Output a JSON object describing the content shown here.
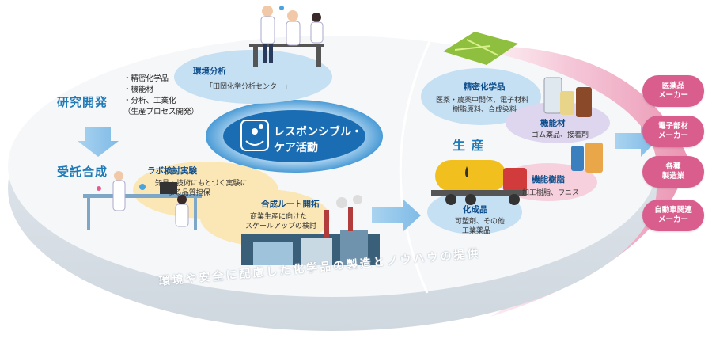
{
  "left": {
    "research": {
      "title": "研究開発",
      "bullets": [
        "・精密化学品",
        "・機能材",
        "・分析、工業化",
        "（生産プロセス開発）"
      ]
    },
    "contract": {
      "title": "受託合成"
    },
    "env_analysis": {
      "title": "環境分析",
      "text": "「田岡化学分析センター」"
    },
    "lab": {
      "title": "ラボ検討実験",
      "text1": "知見・技術にもとづく実験に",
      "text2": "よる品質担保"
    },
    "route": {
      "title": "合成ルート開拓",
      "text1": "商業生産に向けた",
      "text2": "スケールアップの検討"
    }
  },
  "center": {
    "line1": "レスポンシブル・",
    "line2": "ケア活動"
  },
  "right": {
    "production": {
      "title": "生 産"
    },
    "fine": {
      "title": "精密化学品",
      "text1": "医薬・農薬中間体、電子材料",
      "text2": "樹脂原料、合成染料"
    },
    "functional": {
      "title": "機能材",
      "text": "ゴム薬品、接着剤"
    },
    "resin": {
      "title": "機能樹脂",
      "text": "加工樹脂、ワニス"
    },
    "chem": {
      "title": "化成品",
      "text1": "可塑剤、その他",
      "text2": "工業薬品"
    }
  },
  "customers": [
    {
      "line1": "医薬品",
      "line2": "メーカー"
    },
    {
      "line1": "電子部材",
      "line2": "メーカー"
    },
    {
      "line1": "各種",
      "line2": "製造業"
    },
    {
      "line1": "自動車関連",
      "line2": "メーカー"
    }
  ],
  "bottom_text": "環境や安全に配慮した化学品の製造とノウハウの提供",
  "colors": {
    "accent_blue": "#1f7ab8",
    "pill_pink": "#d95d8d",
    "bubble_blue": "#c5dff3",
    "bubble_yellow": "#fbe7b5",
    "bubble_purple": "#ded6ee",
    "bubble_pink": "#f6d0dd"
  }
}
